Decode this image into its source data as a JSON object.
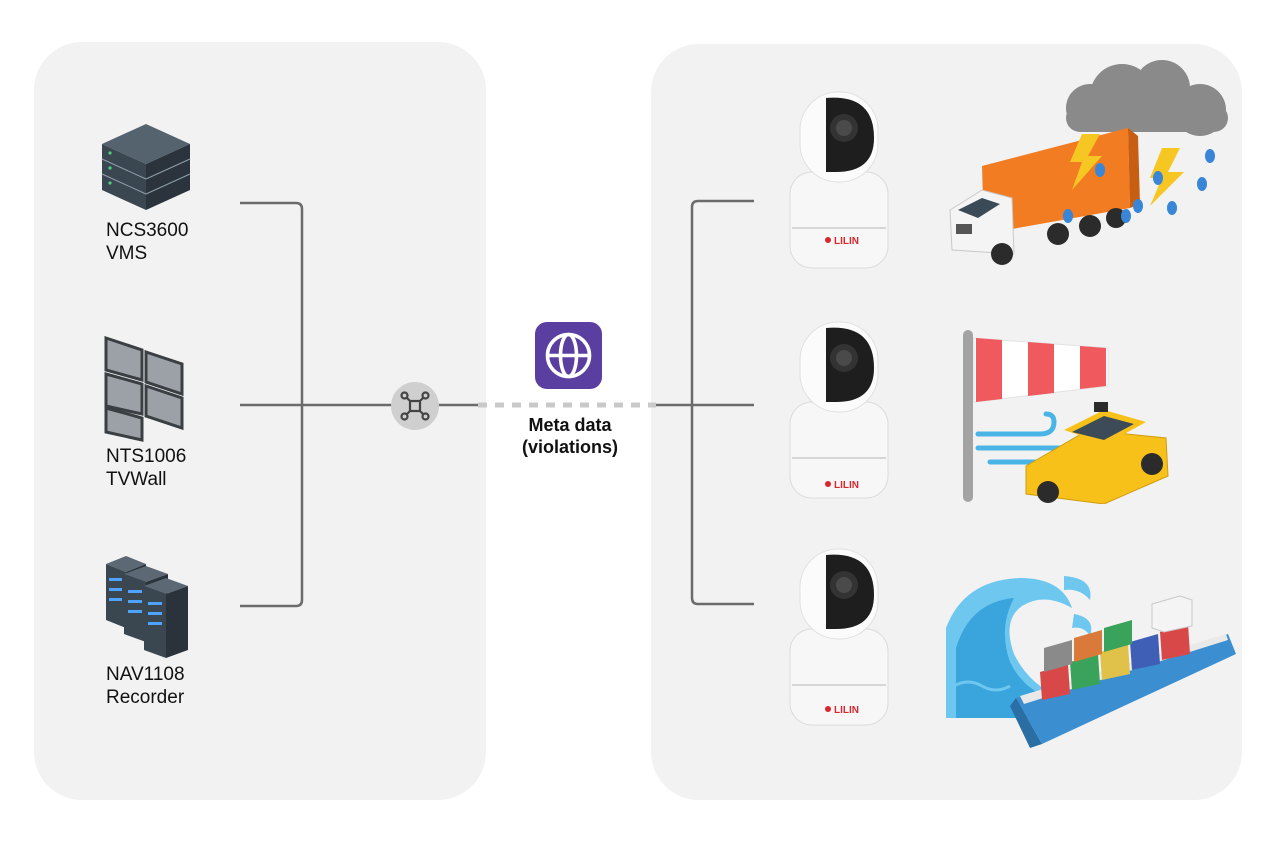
{
  "devices": [
    {
      "name": "NCS3600",
      "role": "VMS",
      "icon": "server-rack-icon"
    },
    {
      "name": "NTS1006",
      "role": "TVWall",
      "icon": "video-wall-icon"
    },
    {
      "name": "NAV1108",
      "role": "Recorder",
      "icon": "recorder-servers-icon"
    }
  ],
  "hub": {
    "icon": "network-hub-icon"
  },
  "connection": {
    "label_line1": "Meta data",
    "label_line2": "(violations)",
    "icon": "globe-icon",
    "accent": "#5b3fa0"
  },
  "cameras": [
    {
      "brand": "LILIN",
      "icon": "ptz-camera-icon",
      "scene_icon": "truck-storm-icon"
    },
    {
      "brand": "LILIN",
      "icon": "ptz-camera-icon",
      "scene_icon": "windsock-taxi-icon"
    },
    {
      "brand": "LILIN",
      "icon": "ptz-camera-icon",
      "scene_icon": "wave-cargo-ship-icon"
    }
  ],
  "colors": {
    "panel": "#f2f2f2",
    "wire": "#6b6b6b",
    "brand_red": "#d9272e"
  }
}
